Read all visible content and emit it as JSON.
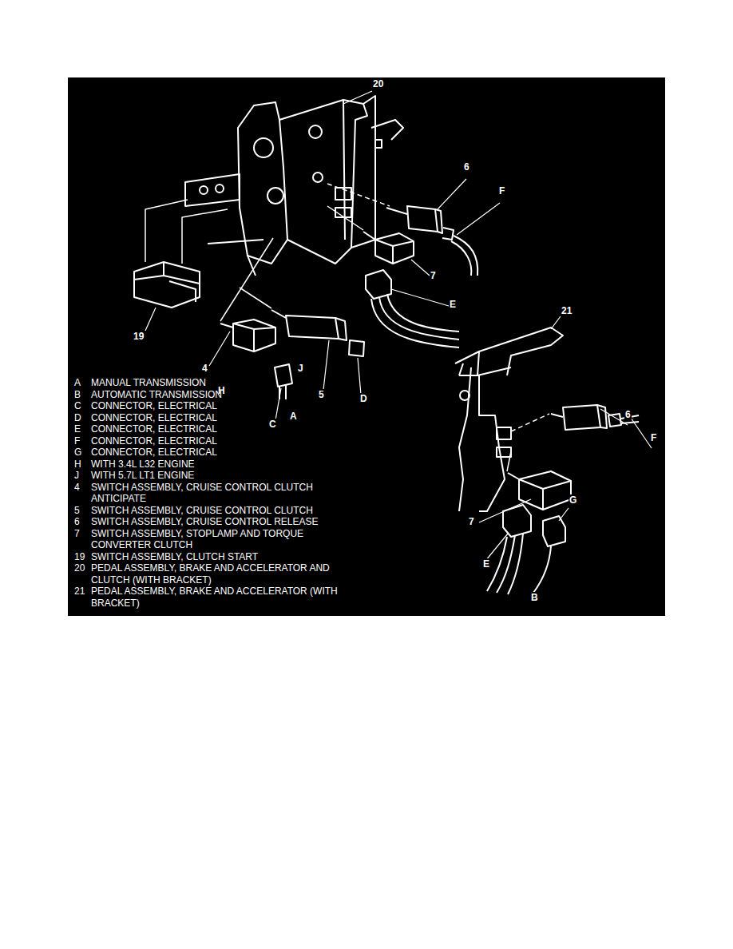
{
  "diagram": {
    "labels": [
      "20",
      "6",
      "F",
      "7",
      "E",
      "19",
      "4",
      "H",
      "J",
      "5",
      "D",
      "C",
      "A",
      "21",
      "6",
      "F",
      "7",
      "E",
      "G",
      "B",
      "A",
      "MANUAL TRANSMISSION",
      "B",
      "AUTOMATIC TRANSMISSION",
      "C",
      "CONNECTOR, ELECTRICAL",
      "D",
      "CONNECTOR, ELECTRICAL",
      "E",
      "CONNECTOR, ELECTRICAL",
      "F",
      "CONNECTOR, ELECTRICAL",
      "G",
      "CONNECTOR, ELECTRICAL",
      "H",
      "WITH 3.4L L32 ENGINE",
      "J",
      "WITH 5.7L LT1 ENGINE",
      "4",
      "SWITCH ASSEMBLY, CRUISE CONTROL CLUTCH ANTICIPATE",
      "5",
      "SWITCH ASSEMBLY, CRUISE CONTROL CLUTCH",
      "6",
      "SWITCH ASSEMBLY, CRUISE CONTROL RELEASE",
      "7",
      "SWITCH ASSEMBLY, STOPLAMP AND TORQUE CONVERTER CLUTCH",
      "19",
      "SWITCH ASSEMBLY, CLUTCH START",
      "20",
      "PEDAL ASSEMBLY, BRAKE AND ACCELERATOR AND CLUTCH (WITH BRACKET)",
      "21",
      "PEDAL ASSEMBLY, BRAKE AND ACCELERATOR (WITH BRACKET)"
    ]
  }
}
